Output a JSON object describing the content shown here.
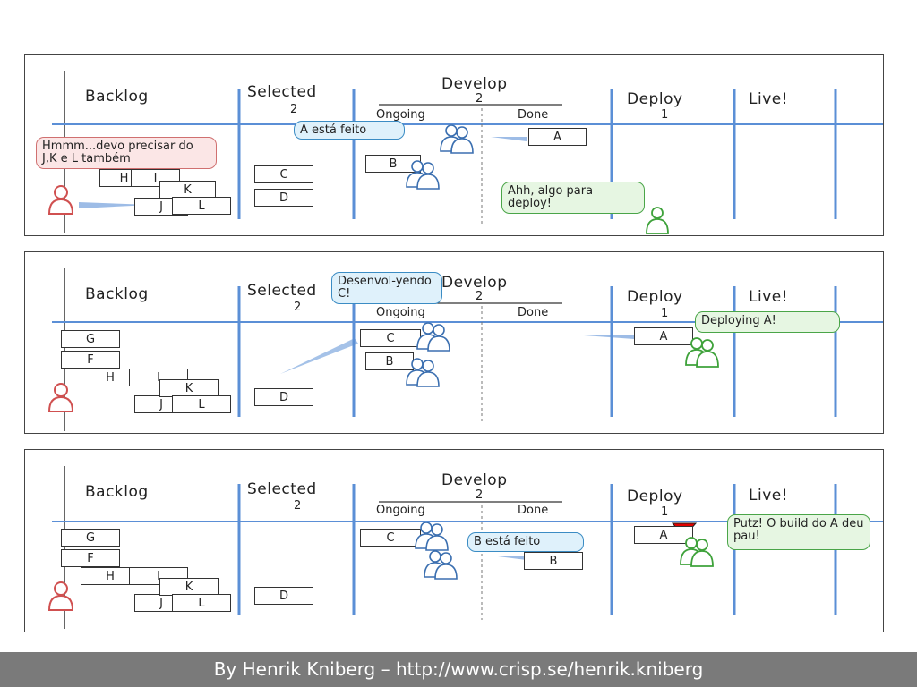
{
  "columns": {
    "backlog": "Backlog",
    "selected": "Selected",
    "selected_limit": "2",
    "develop": "Develop",
    "develop_limit": "2",
    "ongoing": "Ongoing",
    "done": "Done",
    "deploy": "Deploy",
    "deploy_limit": "1",
    "live": "Live!"
  },
  "cards": {
    "a": "A",
    "b": "B",
    "c": "C",
    "d": "D",
    "f": "F",
    "g": "G",
    "h": "H",
    "i": "I",
    "j": "J",
    "k": "K",
    "l": "L"
  },
  "panel1": {
    "bubble_backlog": "Hmmm...devo precisar do J,K e L também",
    "bubble_dev": "A está feito",
    "bubble_deploy": "Ahh, algo para deploy!"
  },
  "panel2": {
    "bubble_dev": "Desenvol-yendo C!",
    "bubble_deploy": "Deploying A!"
  },
  "panel3": {
    "bubble_dev": "B está feito",
    "bubble_deploy": "Putz! O build do A deu pau!"
  },
  "footer": {
    "credit": "By Henrik Kniberg – http://www.crisp.se/henrik.kniberg"
  },
  "colors": {
    "line_blue": "#5b8fd6",
    "dev_team": "#3b6fb0",
    "deploy_team": "#3fa23b",
    "po": "#d05050",
    "alert": "#e00000",
    "footer_bg": "#7a7a7a"
  }
}
